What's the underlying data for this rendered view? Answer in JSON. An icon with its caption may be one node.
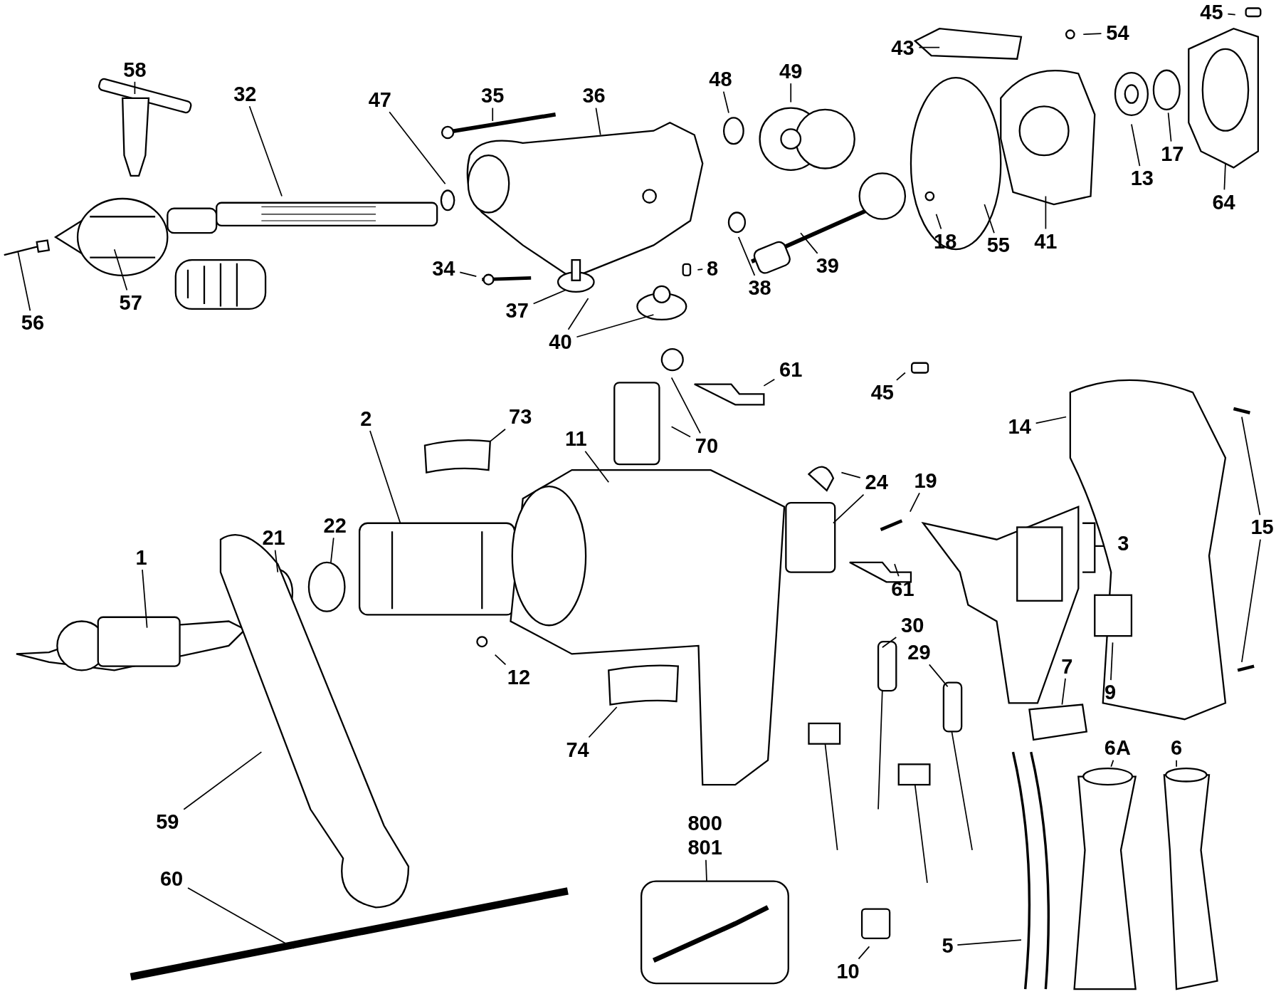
{
  "diagram": {
    "nodes": [
      {
        "text": [
          "58"
        ]
      },
      {
        "text": [
          "32"
        ]
      },
      {
        "text": [
          "47"
        ]
      },
      {
        "text": [
          "35"
        ]
      },
      {
        "text": [
          "36"
        ]
      },
      {
        "text": [
          "48"
        ]
      },
      {
        "text": [
          "49"
        ]
      },
      {
        "text": [
          "43"
        ]
      },
      {
        "text": [
          "54"
        ]
      },
      {
        "text": [
          "45"
        ]
      },
      {
        "text": [
          "56"
        ]
      },
      {
        "text": [
          "57"
        ]
      },
      {
        "text": [
          "34"
        ]
      },
      {
        "text": [
          "37"
        ]
      },
      {
        "text": [
          "40"
        ]
      },
      {
        "text": [
          "8"
        ]
      },
      {
        "text": [
          "38"
        ]
      },
      {
        "text": [
          "39"
        ]
      },
      {
        "text": [
          "18"
        ]
      },
      {
        "text": [
          "55"
        ]
      },
      {
        "text": [
          "41"
        ]
      },
      {
        "text": [
          "13"
        ]
      },
      {
        "text": [
          "17"
        ]
      },
      {
        "text": [
          "64"
        ]
      },
      {
        "text": [
          "61"
        ]
      },
      {
        "text": [
          "45"
        ]
      },
      {
        "text": [
          "70"
        ]
      },
      {
        "text": [
          "73"
        ]
      },
      {
        "text": [
          "2"
        ]
      },
      {
        "text": [
          "11"
        ]
      },
      {
        "text": [
          "14"
        ]
      },
      {
        "text": [
          "24"
        ]
      },
      {
        "text": [
          "19"
        ]
      },
      {
        "text": [
          "15"
        ]
      },
      {
        "text": [
          "1"
        ]
      },
      {
        "text": [
          "21"
        ]
      },
      {
        "text": [
          "22"
        ]
      },
      {
        "text": [
          "61"
        ]
      },
      {
        "text": [
          "30"
        ]
      },
      {
        "text": [
          "29"
        ]
      },
      {
        "text": [
          "12"
        ]
      },
      {
        "text": [
          "7"
        ]
      },
      {
        "text": [
          "9"
        ]
      },
      {
        "text": [
          "74"
        ]
      },
      {
        "text": [
          "59"
        ]
      },
      {
        "text": [
          "6A"
        ]
      },
      {
        "text": [
          "6"
        ]
      },
      {
        "text": [
          "800",
          "801"
        ]
      },
      {
        "text": [
          "60"
        ]
      },
      {
        "text": [
          "5"
        ]
      },
      {
        "text": [
          "10"
        ]
      }
    ],
    "edges": [
      {
        "from": 0,
        "to": null,
        "arrow": "none"
      },
      {
        "from": 1,
        "to": null,
        "arrow": "none"
      },
      {
        "from": 2,
        "to": null,
        "arrow": "none"
      },
      {
        "from": 3,
        "to": null,
        "arrow": "none"
      },
      {
        "from": 4,
        "to": null,
        "arrow": "none"
      },
      {
        "from": 5,
        "to": null,
        "arrow": "none"
      },
      {
        "from": 6,
        "to": null,
        "arrow": "none"
      },
      {
        "from": 7,
        "to": null,
        "arrow": "none"
      },
      {
        "from": 8,
        "to": null,
        "arrow": "none"
      },
      {
        "from": 9,
        "to": null,
        "arrow": "none"
      },
      {
        "from": 10,
        "to": null,
        "arrow": "none"
      },
      {
        "from": 11,
        "to": null,
        "arrow": "none"
      },
      {
        "from": 12,
        "to": null,
        "arrow": "none"
      },
      {
        "from": 13,
        "to": null,
        "arrow": "none"
      },
      {
        "from": 14,
        "to": null,
        "arrow": "none"
      },
      {
        "from": 14,
        "to": null,
        "arrow": "none"
      },
      {
        "from": 15,
        "to": null,
        "arrow": "none"
      },
      {
        "from": 16,
        "to": null,
        "arrow": "none"
      },
      {
        "from": 17,
        "to": null,
        "arrow": "none"
      },
      {
        "from": 18,
        "to": null,
        "arrow": "none"
      },
      {
        "from": 19,
        "to": null,
        "arrow": "none"
      },
      {
        "from": 20,
        "to": null,
        "arrow": "none"
      },
      {
        "from": 21,
        "to": null,
        "arrow": "none"
      },
      {
        "from": 22,
        "to": null,
        "arrow": "none"
      },
      {
        "from": 23,
        "to": null,
        "arrow": "none"
      },
      {
        "from": 24,
        "to": null,
        "arrow": "none"
      },
      {
        "from": 25,
        "to": null,
        "arrow": "none"
      },
      {
        "from": 26,
        "to": null,
        "arrow": "none"
      },
      {
        "from": 26,
        "to": null,
        "arrow": "none"
      },
      {
        "from": 27,
        "to": null,
        "arrow": "none"
      },
      {
        "from": 28,
        "to": null,
        "arrow": "none"
      },
      {
        "from": 29,
        "to": null,
        "arrow": "none"
      },
      {
        "from": 30,
        "to": null,
        "arrow": "none"
      },
      {
        "from": 31,
        "to": null,
        "arrow": "none"
      },
      {
        "from": 31,
        "to": null,
        "arrow": "none"
      },
      {
        "from": 32,
        "to": null,
        "arrow": "none"
      },
      {
        "from": 33,
        "to": null,
        "arrow": "none"
      },
      {
        "from": 33,
        "to": null,
        "arrow": "none"
      },
      {
        "from": 34,
        "to": null,
        "arrow": "none"
      },
      {
        "from": 35,
        "to": null,
        "arrow": "none"
      },
      {
        "from": 36,
        "to": null,
        "arrow": "none"
      },
      {
        "from": 37,
        "to": null,
        "arrow": "none"
      },
      {
        "from": 38,
        "to": null,
        "arrow": "none"
      },
      {
        "from": 39,
        "to": null,
        "arrow": "none"
      },
      {
        "from": 40,
        "to": null,
        "arrow": "none"
      },
      {
        "from": 41,
        "to": null,
        "arrow": "none"
      },
      {
        "from": 42,
        "to": null,
        "arrow": "none"
      },
      {
        "from": 43,
        "to": null,
        "arrow": "none"
      },
      {
        "from": 44,
        "to": null,
        "arrow": "none"
      },
      {
        "from": 45,
        "to": null,
        "arrow": "none"
      },
      {
        "from": 46,
        "to": null,
        "arrow": "none"
      },
      {
        "from": 47,
        "to": null,
        "arrow": "none"
      },
      {
        "from": 48,
        "to": null,
        "arrow": "none"
      },
      {
        "from": 49,
        "to": null,
        "arrow": "none"
      },
      {
        "from": 50,
        "to": null,
        "arrow": "none"
      }
    ],
    "labels": [
      "3"
    ]
  }
}
